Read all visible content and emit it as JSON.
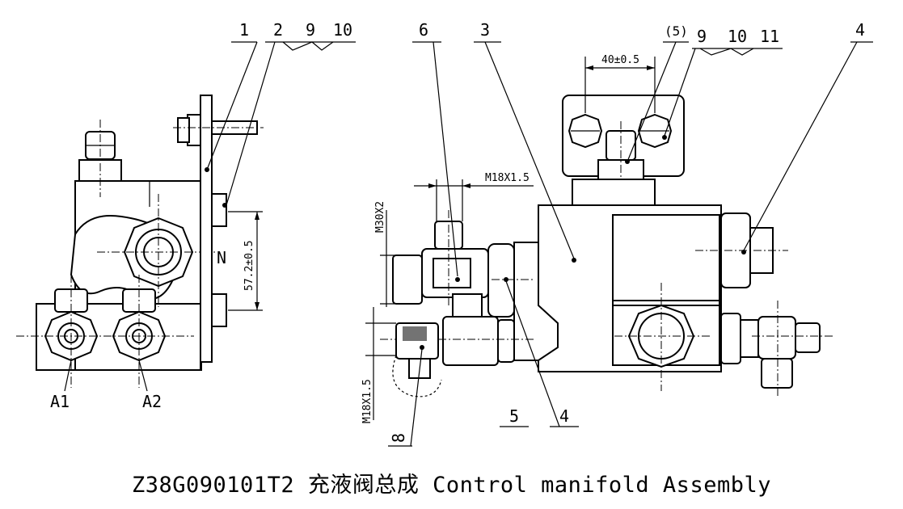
{
  "title": "Z38G090101T2 充液阀总成 Control manifold Assembly",
  "left_view": {
    "callouts": [
      "1",
      "2",
      "9",
      "10"
    ],
    "port_labels": [
      "A1",
      "A2"
    ],
    "side_label": "N",
    "dimension": "57.2±0.5"
  },
  "right_view": {
    "callouts": [
      "6",
      "3",
      "(5)",
      "9",
      "10",
      "11",
      "4",
      "5",
      "4",
      "8"
    ],
    "dimensions": {
      "spacing": "40±0.5",
      "thread_top": "M18X1.5",
      "thread_left": "M30X2",
      "thread_bottom": "M18X1.5"
    }
  }
}
